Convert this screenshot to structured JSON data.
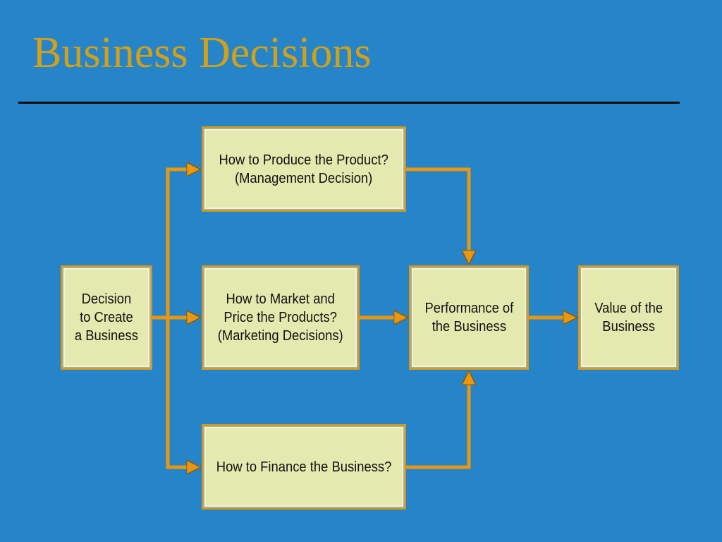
{
  "slide": {
    "title": "Business Decisions"
  },
  "diagram": {
    "nodes": {
      "decision": "Decision\nto Create\na Business",
      "produce": "How to Produce the Product?\n(Management Decision)",
      "market": "How to Market and\nPrice the Products?\n(Marketing Decisions)",
      "finance": "How to Finance the Business?",
      "performance": "Performance of\nthe Business",
      "value": "Value of the\nBusiness"
    },
    "edges": [
      [
        "decision",
        "produce"
      ],
      [
        "decision",
        "market"
      ],
      [
        "decision",
        "finance"
      ],
      [
        "produce",
        "performance"
      ],
      [
        "market",
        "performance"
      ],
      [
        "finance",
        "performance"
      ],
      [
        "performance",
        "value"
      ]
    ]
  },
  "colors": {
    "background": "#2684c9",
    "title": "#d4a017",
    "box_fill": "#e4eaaf",
    "box_border": "#d89614",
    "arrow": "#e8970e"
  }
}
